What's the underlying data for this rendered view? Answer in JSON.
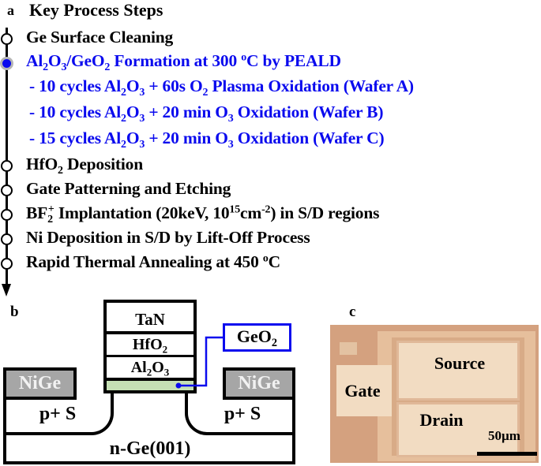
{
  "panel_a": {
    "label": "a",
    "title": "Key Process Steps",
    "steps": [
      {
        "text": "Ge Surface Cleaning",
        "highlighted": false
      },
      {
        "html_parts": [
          "Al",
          "2",
          "O",
          "3",
          "/GeO",
          "2",
          " Formation at 300 ",
          "o",
          "C by PEALD"
        ],
        "highlighted": true
      },
      {
        "sub_items": [
          "- 10 cycles Al2O3 + 60s O2 Plasma Oxidation (Wafer A)",
          "- 10 cycles Al2O3 + 20 min O3 Oxidation (Wafer B)",
          "- 15 cycles Al2O3 + 20 min O3 Oxidation (Wafer C)"
        ]
      },
      {
        "text": "HfO2 Deposition",
        "highlighted": false
      },
      {
        "text": "Gate Patterning and Etching",
        "highlighted": false
      },
      {
        "text": "BF2+ Implantation (20keV, 10^15cm^-2) in S/D regions",
        "highlighted": false
      },
      {
        "text": "Ni Deposition in S/D by Lift-Off Process",
        "highlighted": false
      },
      {
        "text": "Rapid Thermal Annealing at 450 oC",
        "highlighted": false
      }
    ],
    "t": {
      "s1": "Ge Surface Cleaning",
      "s2_a": "Al",
      "s2_b": "2",
      "s2_c": "O",
      "s2_d": "3",
      "s2_e": "/GeO",
      "s2_f": "2",
      "s2_g": " Formation at 300 ",
      "s2_h": "o",
      "s2_i": "C by PEALD",
      "w1_a": "- 10 cycles Al",
      "w1_b": "2",
      "w1_c": "O",
      "w1_d": "3",
      "w1_e": " + 60s O",
      "w1_f": "2",
      "w1_g": " Plasma Oxidation (Wafer A)",
      "w2_a": "- 10 cycles Al",
      "w2_b": "2",
      "w2_c": "O",
      "w2_d": "3",
      "w2_e": " + 20 min O",
      "w2_f": "3",
      "w2_g": " Oxidation (Wafer B)",
      "w3_a": "- 15 cycles Al",
      "w3_b": "2",
      "w3_c": "O",
      "w3_d": "3",
      "w3_e": " + 20 min O",
      "w3_f": "3",
      "w3_g": " Oxidation (Wafer C)",
      "s3_a": "HfO",
      "s3_b": "2",
      "s3_c": " Deposition",
      "s4": "Gate Patterning and Etching",
      "s5_a": "BF",
      "s5_b": "2",
      "s5_c": "+",
      "s5_d": " Implantation (20keV, 10",
      "s5_e": "15",
      "s5_f": "cm",
      "s5_g": "-2",
      "s5_h": ") in S/D regions",
      "s6": "Ni Deposition in S/D by Lift-Off Process",
      "s7_a": "Rapid Thermal Annealing at 450 ",
      "s7_b": "o",
      "s7_c": "C"
    },
    "colors": {
      "highlight": "#0a0aee",
      "node_ring": "#b5b5b5"
    }
  },
  "panel_b": {
    "label": "b",
    "layers": {
      "gate_metal": "TaN",
      "hfo2_a": "HfO",
      "hfo2_b": "2",
      "al2o3_a": "Al",
      "al2o3_b": "2",
      "al2o3_c": "O",
      "al2o3_d": "3",
      "interlayer_callout_a": "GeO",
      "interlayer_callout_b": "2",
      "contact_left": "NiGe",
      "contact_right": "NiGe",
      "source_left": "p+ S",
      "source_right": "p+ S",
      "substrate": "n-Ge(001)"
    },
    "colors": {
      "geo2_fill": "#c5e0b4",
      "nige_fill": "#a6a6a6",
      "callout": "#0a0aee"
    }
  },
  "panel_c": {
    "label": "c",
    "pads": {
      "gate": "Gate",
      "source": "Source",
      "drain": "Drain"
    },
    "scale_bar": "50µm",
    "colors": {
      "background": "#d4a17f",
      "pad": "#f2dcc2"
    }
  }
}
